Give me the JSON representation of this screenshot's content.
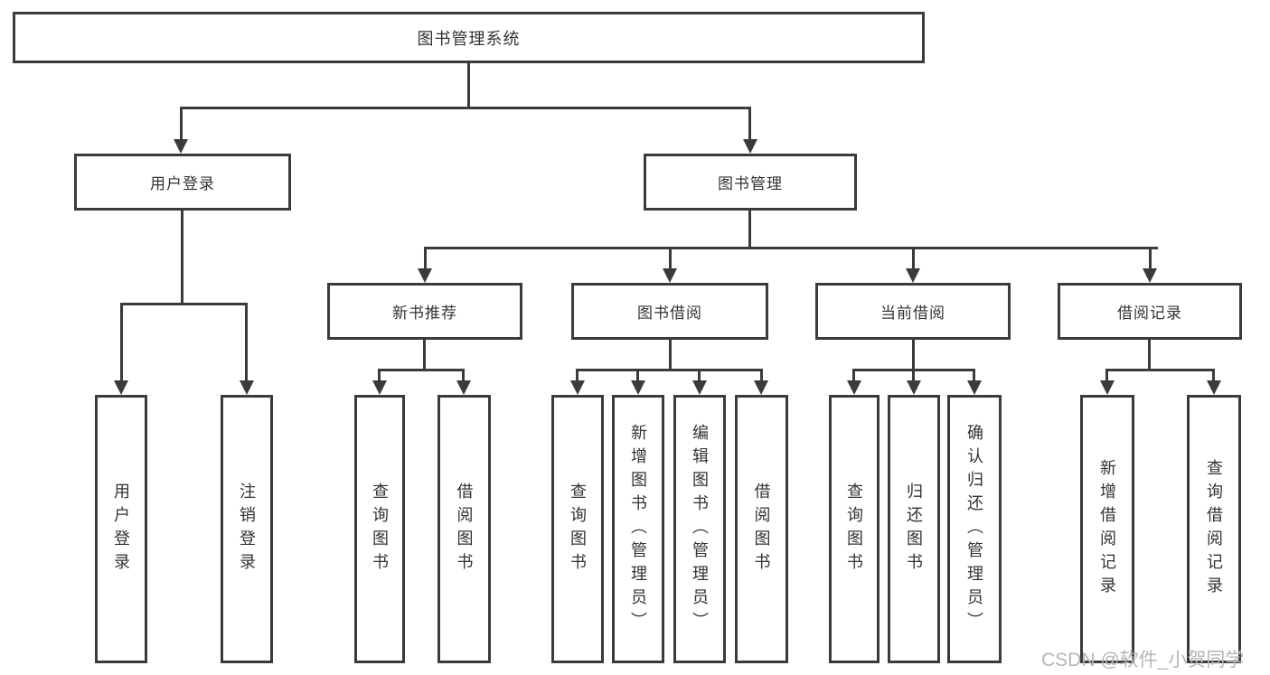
{
  "nodes": {
    "root": "图书管理系统",
    "level2": [
      "用户登录",
      "图书管理"
    ],
    "level3": [
      "新书推荐",
      "图书借阅",
      "当前借阅",
      "借阅记录"
    ],
    "leaves": [
      "用户登录",
      "注销登录",
      "查询图书",
      "借阅图书",
      "查询图书",
      "新增图书（管理员）",
      "编辑图书（管理员）",
      "借阅图书",
      "查询图书",
      "归还图书",
      "确认归还（管理员）",
      "新增借阅记录",
      "查询借阅记录"
    ]
  },
  "structure": {
    "图书管理系统": [
      "用户登录",
      "图书管理"
    ],
    "用户登录": [
      "用户登录",
      "注销登录"
    ],
    "图书管理": [
      "新书推荐",
      "图书借阅",
      "当前借阅",
      "借阅记录"
    ],
    "新书推荐": [
      "查询图书",
      "借阅图书"
    ],
    "图书借阅": [
      "查询图书",
      "新增图书（管理员）",
      "编辑图书（管理员）",
      "借阅图书"
    ],
    "当前借阅": [
      "查询图书",
      "归还图书",
      "确认归还（管理员）"
    ],
    "借阅记录": [
      "新增借阅记录",
      "查询借阅记录"
    ]
  },
  "watermark": "CSDN @软件_小贺同学",
  "colors": {
    "line": "#3b3b3b",
    "text": "#333333",
    "watermark": "#b5b5b5",
    "background": "#ffffff"
  }
}
